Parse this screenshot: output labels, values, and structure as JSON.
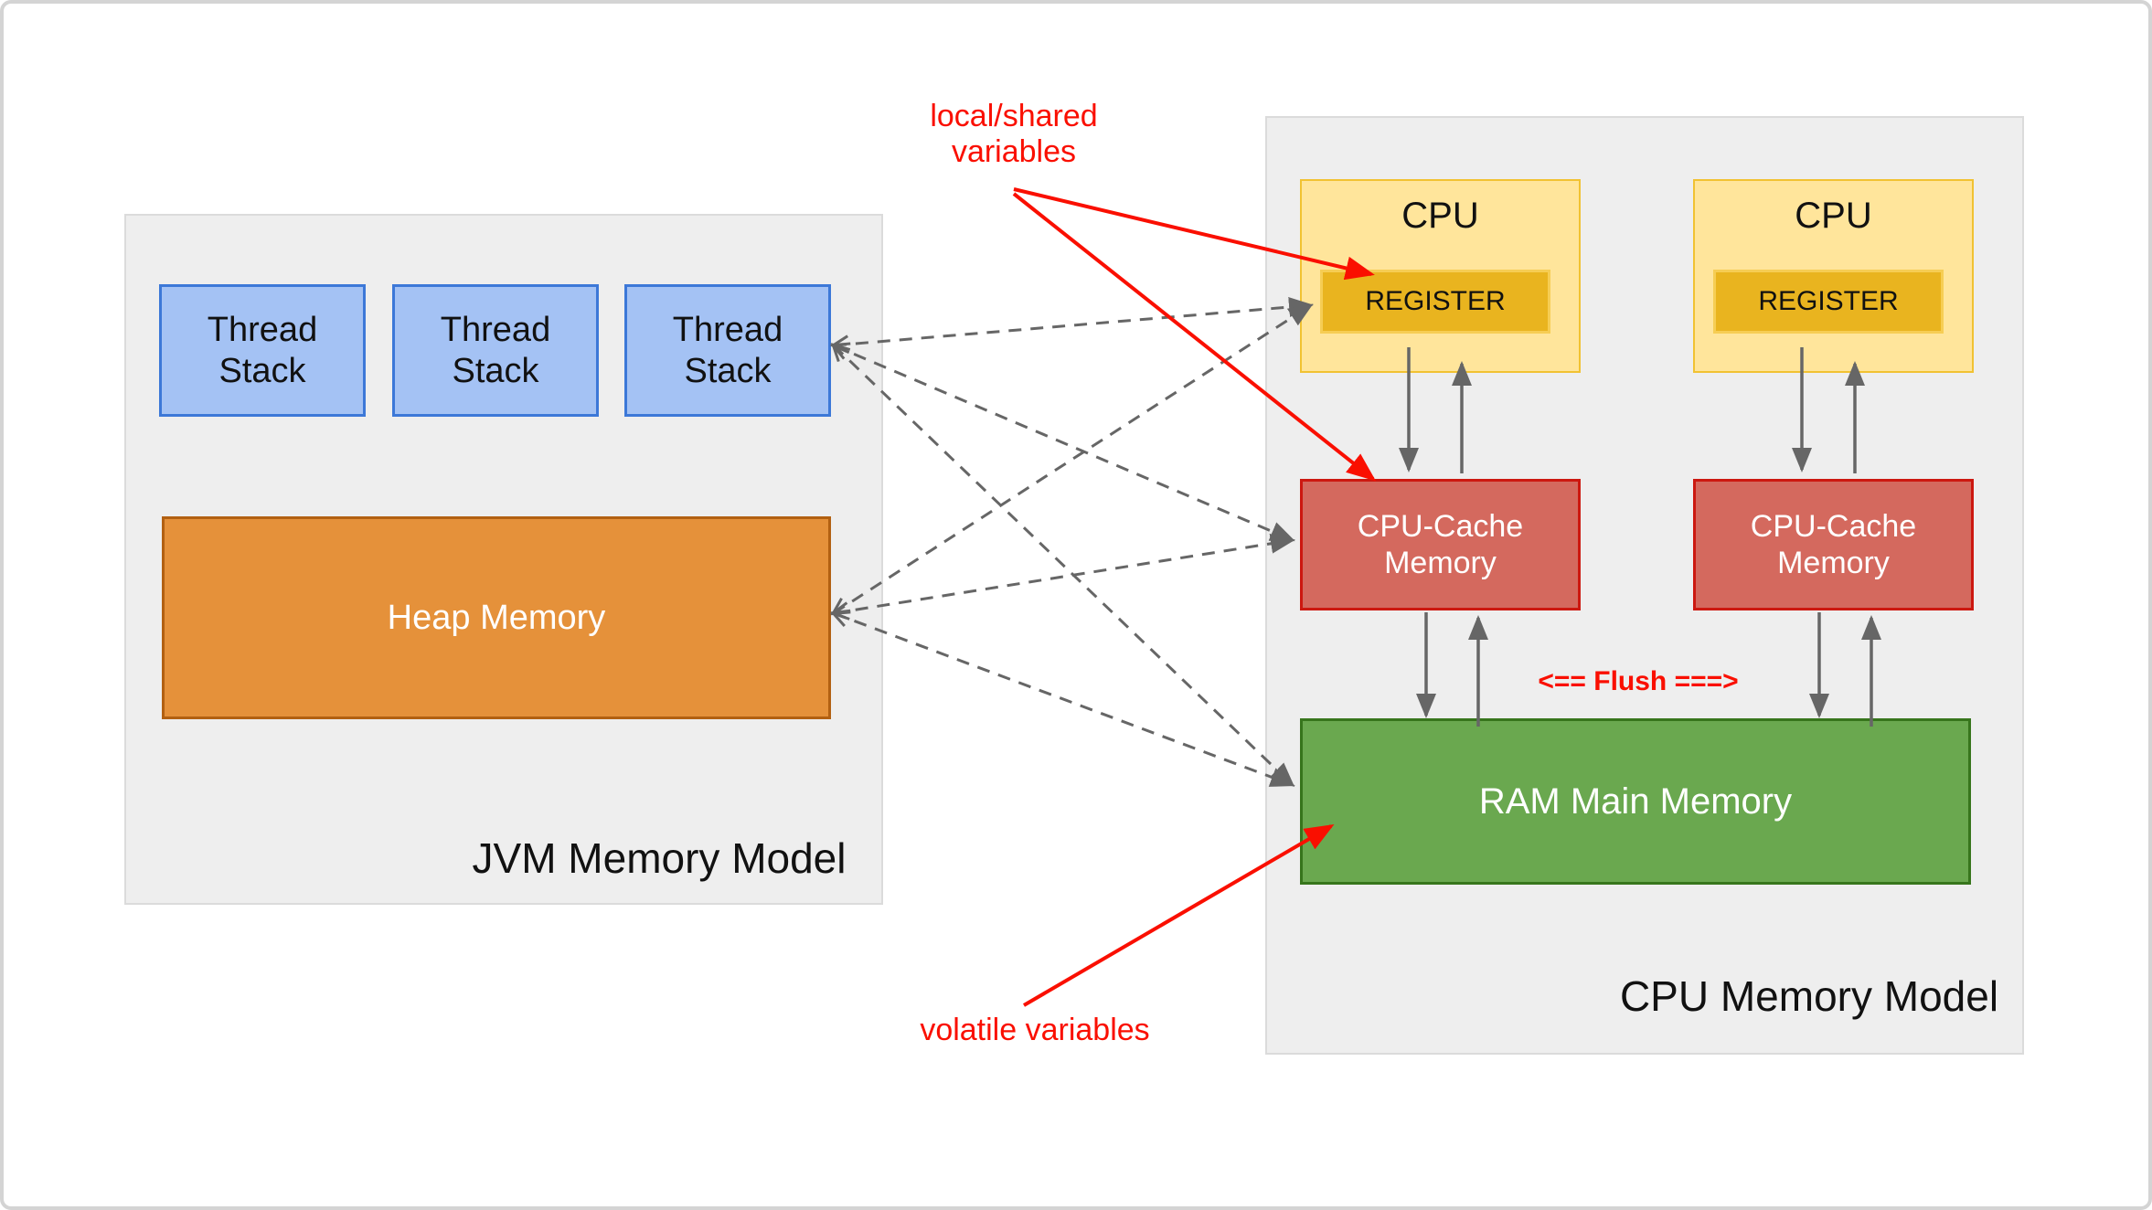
{
  "diagram": {
    "jvm": {
      "title": "JVM Memory Model",
      "thread_stacks": [
        "Thread Stack",
        "Thread Stack",
        "Thread Stack"
      ],
      "heap_label": "Heap Memory"
    },
    "cpu_model": {
      "title": "CPU Memory Model",
      "cpus": [
        {
          "label": "CPU",
          "register_label": "REGISTER",
          "cache_label": "CPU-Cache Memory"
        },
        {
          "label": "CPU",
          "register_label": "REGISTER",
          "cache_label": "CPU-Cache Memory"
        }
      ],
      "ram_label": "RAM Main Memory"
    },
    "annotations": {
      "local_shared": "local/shared variables",
      "volatile": "volatile variables",
      "flush": "<== Flush ===>"
    },
    "palette": {
      "panel_fill": "#eeeeee",
      "panel_border": "#dbdbdb",
      "thread_stack_fill": "#a4c2f4",
      "thread_stack_border": "#3c78d8",
      "heap_fill": "#e5913a",
      "heap_border": "#b26011",
      "cpu_fill": "#ffe59b",
      "cpu_border": "#f1c232",
      "register_fill": "#e9b41f",
      "cache_fill": "#d4695e",
      "cache_border": "#cc1810",
      "ram_fill": "#6aa84f",
      "ram_border": "#37751c",
      "connector_gray": "#666666",
      "annotation_red": "#fa0f00"
    }
  }
}
